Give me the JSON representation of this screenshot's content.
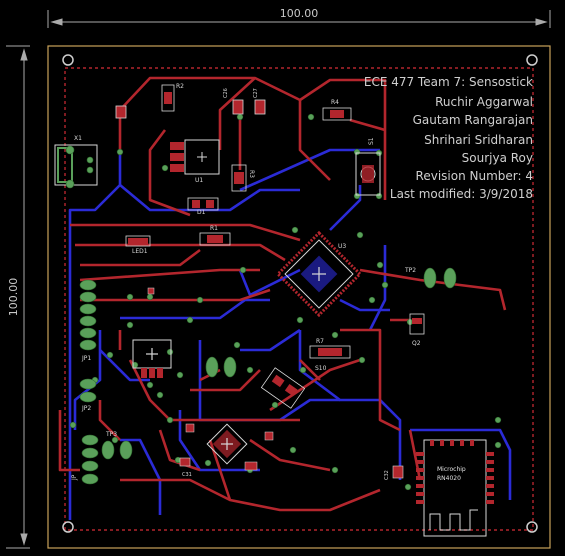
{
  "dimensions": {
    "horizontal": "100.00",
    "vertical": "100.00"
  },
  "board_notes": [
    "ECE 477 Team 7: Sensostick",
    "Ruchir Aggarwal",
    "Gautam Rangarajan",
    "Shrihari Sridharan",
    "Sourjya Roy",
    "Revision Number: 4",
    "Last modified: 3/9/2018"
  ],
  "components": {
    "r2": "R2",
    "c26": "C26",
    "c27": "C27",
    "r4": "R4",
    "x1": "X1",
    "u1": "U1",
    "r3": "R3",
    "d1": "D1",
    "r1": "R1",
    "led1": "LED1",
    "s1": "S1",
    "u3": "U3",
    "tp2": "TP2",
    "q2": "Q2",
    "r7": "R7",
    "s10": "S10",
    "jp1": "JP1",
    "jp2": "JP2",
    "tp3": "TP3",
    "jp3": "JP",
    "c31": "C31",
    "c32": "C32"
  },
  "module": {
    "line1": "Microchip",
    "line2": "RN4020"
  },
  "colors": {
    "background": "#000000",
    "top_copper": "#b3262d",
    "bottom_copper": "#2b2bd6",
    "pad": "#5aa05a",
    "outline": "#c9a25a",
    "silkscreen": "#d8d8d8"
  }
}
